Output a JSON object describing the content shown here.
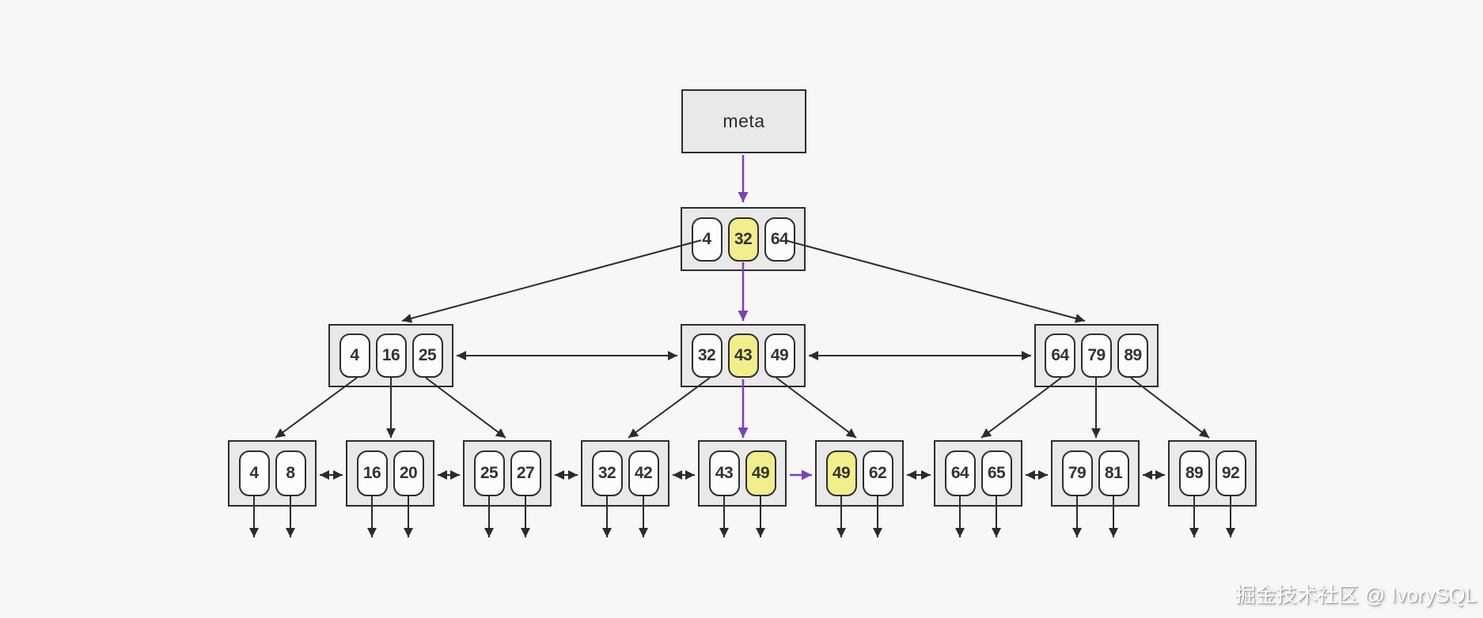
{
  "page": {
    "background": "#f7f7f7"
  },
  "watermark": {
    "text": "掘金技术社区 @ IvorySQL"
  },
  "colors": {
    "node_fill": "#e9e9e9",
    "node_border": "#2d2d2d",
    "cell_fill": "#fcfcfc",
    "cell_highlight": "#f1ee8b",
    "edge_black": "#2b2b2b",
    "edge_purple": "#7d40b5",
    "key_text": "#333333"
  },
  "diagram": {
    "meta": {
      "label": "meta"
    },
    "root": {
      "keys": [
        "4",
        "32",
        "64"
      ],
      "highlighted_index": 1
    },
    "internal": [
      {
        "keys": [
          "4",
          "16",
          "25"
        ],
        "highlighted_index": null
      },
      {
        "keys": [
          "32",
          "43",
          "49"
        ],
        "highlighted_index": 1
      },
      {
        "keys": [
          "64",
          "79",
          "89"
        ],
        "highlighted_index": null
      }
    ],
    "leaves": [
      {
        "keys": [
          "4",
          "8"
        ],
        "highlighted_index": null
      },
      {
        "keys": [
          "16",
          "20"
        ],
        "highlighted_index": null
      },
      {
        "keys": [
          "25",
          "27"
        ],
        "highlighted_index": null
      },
      {
        "keys": [
          "32",
          "42"
        ],
        "highlighted_index": null
      },
      {
        "keys": [
          "43",
          "49"
        ],
        "highlighted_index": 1
      },
      {
        "keys": [
          "49",
          "62"
        ],
        "highlighted_index": 0
      },
      {
        "keys": [
          "64",
          "65"
        ],
        "highlighted_index": null
      },
      {
        "keys": [
          "79",
          "81"
        ],
        "highlighted_index": null
      },
      {
        "keys": [
          "89",
          "92"
        ],
        "highlighted_index": null
      }
    ]
  }
}
